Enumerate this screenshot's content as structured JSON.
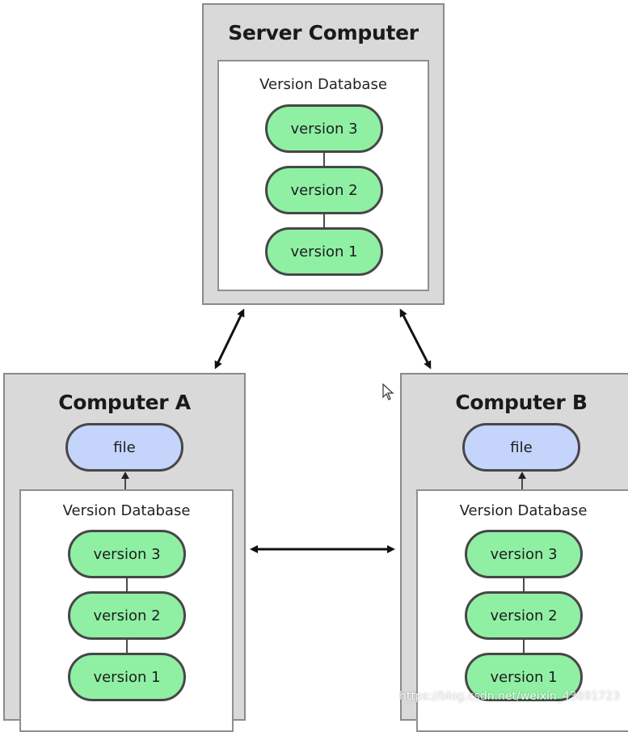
{
  "server": {
    "title": "Server Computer",
    "db_title": "Version Database",
    "versions": [
      "version 3",
      "version 2",
      "version 1"
    ]
  },
  "computer_a": {
    "title": "Computer A",
    "file_label": "file",
    "db_title": "Version Database",
    "versions": [
      "version 3",
      "version 2",
      "version 1"
    ]
  },
  "computer_b": {
    "title": "Computer B",
    "file_label": "file",
    "db_title": "Version Database",
    "versions": [
      "version 3",
      "version 2",
      "version 1"
    ]
  },
  "watermark": "https://blog.csdn.net/weixin_43691723",
  "colors": {
    "computer_bg": "#d9d9d9",
    "version_fill": "#8ff0a4",
    "file_fill": "#c4d4fb",
    "outline": "#474747"
  }
}
